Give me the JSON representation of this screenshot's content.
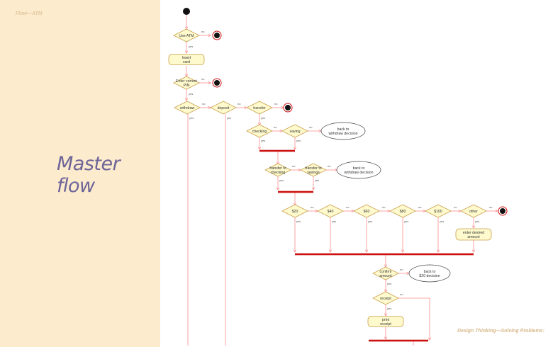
{
  "page": {
    "breadcrumb": "Flow—ATM",
    "title": "Master flow",
    "footer": "Design Thinking—Solving Problems:"
  },
  "colors": {
    "sidebar": "#fcebcd",
    "node_fill": "#fffacd",
    "node_stroke": "#c8a050",
    "edge": "#ff8c8c",
    "bar": "#cc1111",
    "title": "#6d6498"
  },
  "flow_labels": {
    "yes": "yes",
    "no": "no"
  },
  "nodes": {
    "use_atm": "Use ATM",
    "insert_card": "Insert card",
    "enter_pin": "Enter correct PIN",
    "withdraw": "withdraw",
    "deposit": "deposit",
    "transfer": "transfer",
    "checking": "checking",
    "saving": "saving",
    "back_withdraw_1": "back to withdraw decision",
    "transfer_checking": "transfer to checking",
    "transfer_savings": "transfer to savings",
    "back_withdraw_2": "back to withdraw decision",
    "a20": "$20",
    "a40": "$40",
    "a60": "$60",
    "a80": "$80",
    "a100": "$100",
    "other": "other",
    "enter_amount": "enter desired amount",
    "confirm_amount": "confirm amount",
    "back_20": "back to $20 decision",
    "receipt": "receipt",
    "print_receipt": "print receipt"
  }
}
